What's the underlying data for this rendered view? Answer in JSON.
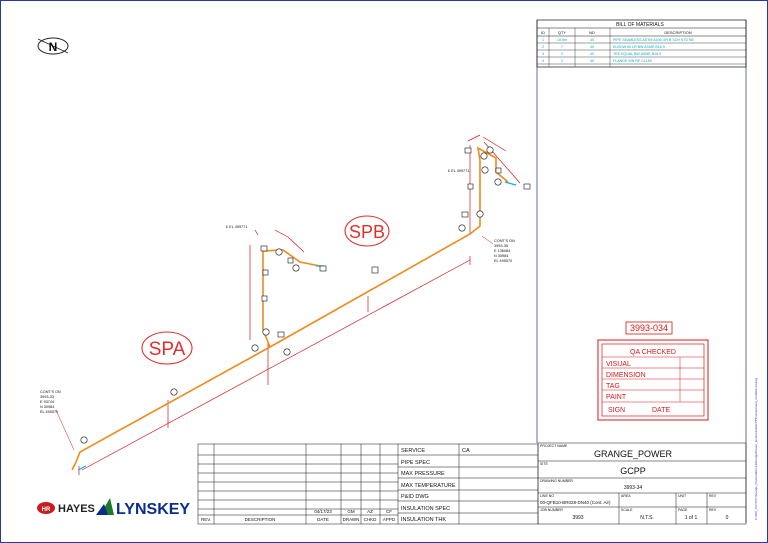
{
  "bom": {
    "title": "BILL OF MATERIALS",
    "headers": [
      "ID",
      "QTY",
      "ND",
      "DESCRIPTION"
    ],
    "rows": [
      [
        "1",
        "10.5m",
        "40",
        "PIPE SEAMLESS ASTM A106 GR B SCH STD BE"
      ],
      [
        "2",
        "7",
        "40",
        "ELBOW 90 LR BW ASME B16.9"
      ],
      [
        "3",
        "2",
        "40",
        "TEE EQUAL BW ASME B16.9"
      ],
      [
        "4",
        "2",
        "40",
        "FLANGE WN RF CL150"
      ]
    ]
  },
  "north": "N",
  "spool_labels": {
    "spa": "SPA",
    "spb": "SPB"
  },
  "callouts": {
    "el1": "£ EL 499771",
    "el2": "£ EL 499771",
    "conts_right": [
      "CONT'S ON",
      "3993-35",
      "E 136084",
      "N 30984",
      "EL 495570"
    ],
    "conts_left": [
      "CONT'S ON",
      "3993-33",
      "E 93744",
      "N 30984",
      "EL 495570"
    ]
  },
  "qa": {
    "ref": "3993-034",
    "title": "QA CHECKED",
    "items": [
      "VISUAL",
      "DIMENSION",
      "TAG",
      "PAINT"
    ],
    "sign": "SIGN",
    "date": "DATE"
  },
  "logos": {
    "hayes": "HAYES",
    "lynskey": "LYNSKEY"
  },
  "revision": {
    "cells": [
      "04/17/23",
      "GM",
      "AZ",
      "CF"
    ],
    "headers": [
      "REV.",
      "DESCRIPTION",
      "DATE",
      "DRAWN",
      "CHKD",
      "APPD"
    ]
  },
  "spec": {
    "rows": [
      {
        "label": "SERVICE",
        "value": "CA"
      },
      {
        "label": "PIPE SPEC",
        "value": ""
      },
      {
        "label": "MAX PRESSURE",
        "value": ""
      },
      {
        "label": "MAX TEMPERATURE",
        "value": ""
      },
      {
        "label": "P&ID DWG",
        "value": ""
      },
      {
        "label": "INSULATION SPEC",
        "value": ""
      },
      {
        "label": "INSULATION THK",
        "value": ""
      }
    ]
  },
  "titleblock": {
    "project_label": "PROJECT NAME",
    "project": "GRANGE_POWER",
    "site_label": "SITE",
    "site": "GCPP",
    "drawing_label": "DRAWING NUMBER",
    "drawing": "3993-34",
    "line_label": "LINE NO",
    "line": "00-QFB10-BR028-DN40 (Cont. Air)",
    "area_label": "AREA",
    "unit_label": "UNIT",
    "rev_label": "REV",
    "job_label": "JOB NUMBER",
    "job": "3993",
    "scale_label": "SCALE",
    "scale": "N.T.S.",
    "page_label": "PAGE",
    "page": "1 of 1",
    "rev2_label": "REV",
    "rev2": "0"
  },
  "side_path": "C:\\ISO_OUTPUT\\Grange_Power\\3993-34\\Grange\\Power_Isometrics\\GCPP\\Compressed_Air\\3993-34.dwg"
}
